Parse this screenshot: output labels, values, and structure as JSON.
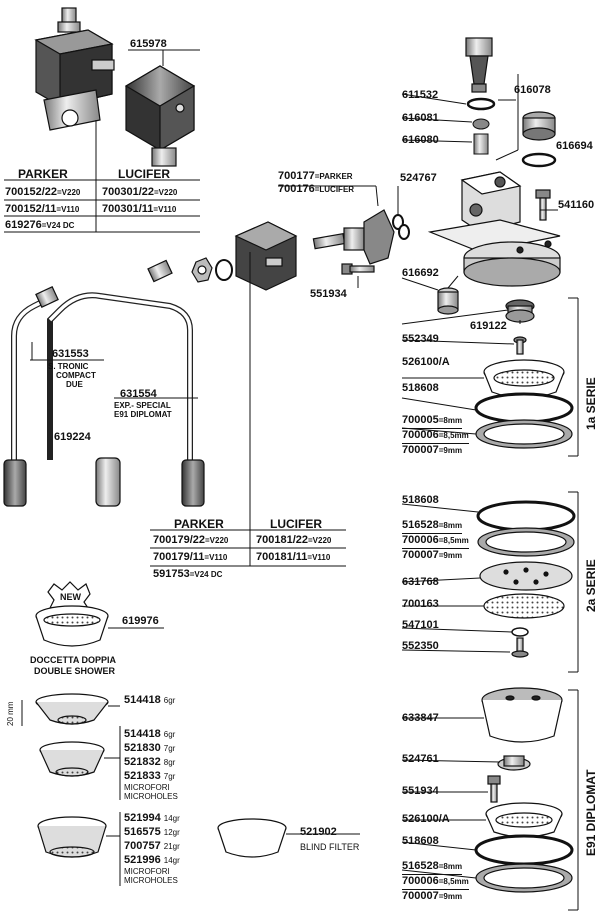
{
  "labels": {
    "p615978": "615978",
    "parker_hdr": "PARKER",
    "lucifer_hdr": "LUCIFER",
    "p700152_22": "700152/22",
    "v220": "=V220",
    "p700301_22": "700301/22",
    "p700152_11": "700152/11",
    "v110": "=V110",
    "p700301_11": "700301/11",
    "p619276": "619276",
    "v24dc": "=V24 DC",
    "p611532": "611532",
    "p616078": "616078",
    "p616081": "616081",
    "p616080": "616080",
    "p616694": "616694",
    "p700177": "700177",
    "eq_parker": "=PARKER",
    "p700176": "700176",
    "eq_lucifer": "=LUCIFER",
    "p524767": "524767",
    "p541160": "541160",
    "p616692": "616692",
    "p551934a": "551934",
    "p619122": "619122",
    "p552349": "552349",
    "p526100a": "526100/A",
    "p518608a": "518608",
    "p700005": "700005",
    "mm8": "=8mm",
    "p700006a": "700006",
    "mm85": "=8,5mm",
    "p700007a": "700007",
    "mm9": "=9mm",
    "serie1": "1a SERIE",
    "p631553": "631553",
    "s_tronic": "S. TRONIC",
    "compact": "COMPACT",
    "due": "DUE",
    "p631554": "631554",
    "exp_special": "EXP.- SPECIAL",
    "e91_diplomat_sm": "E91 DIPLOMAT",
    "p619224": "619224",
    "parker_hdr2": "PARKER",
    "lucifer_hdr2": "LUCIFER",
    "p700179_22": "700179/22",
    "p700181_22": "700181/22",
    "p700179_11": "700179/11",
    "p700181_11": "700181/11",
    "p591753": "591753",
    "p518608b": "518608",
    "p516528a": "516528",
    "p700006b": "700006",
    "p700007b": "700007",
    "p631768": "631768",
    "p700163": "700163",
    "p547101": "547101",
    "p552350": "552350",
    "serie2": "2a SERIE",
    "new_badge": "NEW",
    "p619976": "619976",
    "doccetta": "DOCCETTA DOPPIA",
    "double_shower": "DOUBLE SHOWER",
    "p514418a": "514418",
    "g6a": "6gr",
    "mm20": "20 mm",
    "p514418b": "514418",
    "g6b": "6gr",
    "p521830": "521830",
    "g7a": "7gr",
    "p521832": "521832",
    "g8": "8gr",
    "p521833": "521833",
    "g7b": "7gr",
    "microfori1": "MICROFORI",
    "microholes1": "MICROHOLES",
    "p521994": "521994",
    "g14a": "14gr",
    "p516575": "516575",
    "g12": "12gr",
    "p700757": "700757",
    "g21": "21gr",
    "p521996": "521996",
    "g14b": "14gr",
    "microfori2": "MICROFORI",
    "microholes2": "MICROHOLES",
    "p521902": "521902",
    "blind_filter": "BLIND FILTER",
    "p633847": "633847",
    "p524761": "524761",
    "p551934b": "551934",
    "p526100b": "526100/A",
    "p518608c": "518608",
    "p516528b": "516528",
    "p700006c": "700006",
    "p700007c": "700007",
    "e91_diplomat": "E91 DIPLOMAT"
  }
}
